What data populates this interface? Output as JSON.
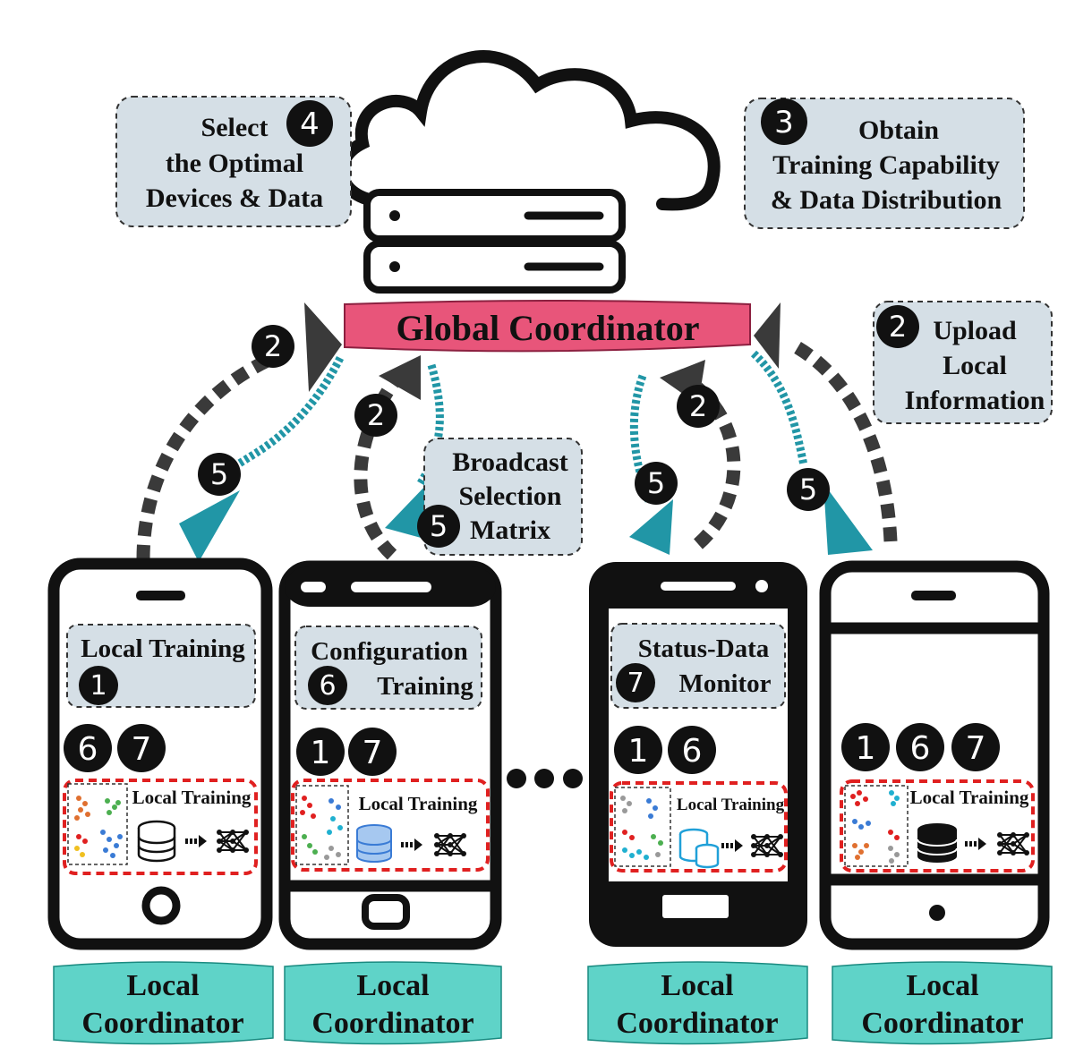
{
  "global": {
    "title": "Global Coordinator"
  },
  "boxes": {
    "select": {
      "lines": [
        "Select",
        "the Optimal",
        "Devices & Data"
      ],
      "num": "4"
    },
    "obtain": {
      "lines": [
        "Obtain",
        "Training Capability",
        "& Data Distribution"
      ],
      "num": "3"
    },
    "upload": {
      "lines": [
        "Upload",
        "Local",
        "Information"
      ],
      "num": "2"
    },
    "broadcast": {
      "lines": [
        "Broadcast",
        "Selection",
        "Matrix"
      ],
      "num": "5"
    }
  },
  "arrow_steps": {
    "two": "2",
    "five": "5"
  },
  "devices": [
    {
      "header_lines": [
        "Local Training"
      ],
      "header_num": "1",
      "steps": [
        "6",
        "7"
      ],
      "training_label": "Local Training",
      "footer": [
        "Local",
        "Coordinator"
      ]
    },
    {
      "header_lines": [
        "Configuration",
        "Training"
      ],
      "header_num": "6",
      "steps": [
        "1",
        "7"
      ],
      "training_label": "Local Training",
      "footer": [
        "Local",
        "Coordinator"
      ]
    },
    {
      "header_lines": [
        "Status-Data",
        "Monitor"
      ],
      "header_num": "7",
      "steps": [
        "1",
        "6"
      ],
      "training_label": "Local Training",
      "footer": [
        "Local",
        "Coordinator"
      ]
    },
    {
      "header_lines": [],
      "header_num": "",
      "steps": [
        "1",
        "6",
        "7"
      ],
      "training_label": "Local Training",
      "footer": [
        "Local",
        "Coordinator"
      ]
    }
  ],
  "colors": {
    "teal": "#2196a6",
    "dark": "#3a3a3a",
    "banner": "#e8557a",
    "box": "#d5dfe6",
    "footer": "#5fd3c8",
    "red": "#e02020"
  }
}
